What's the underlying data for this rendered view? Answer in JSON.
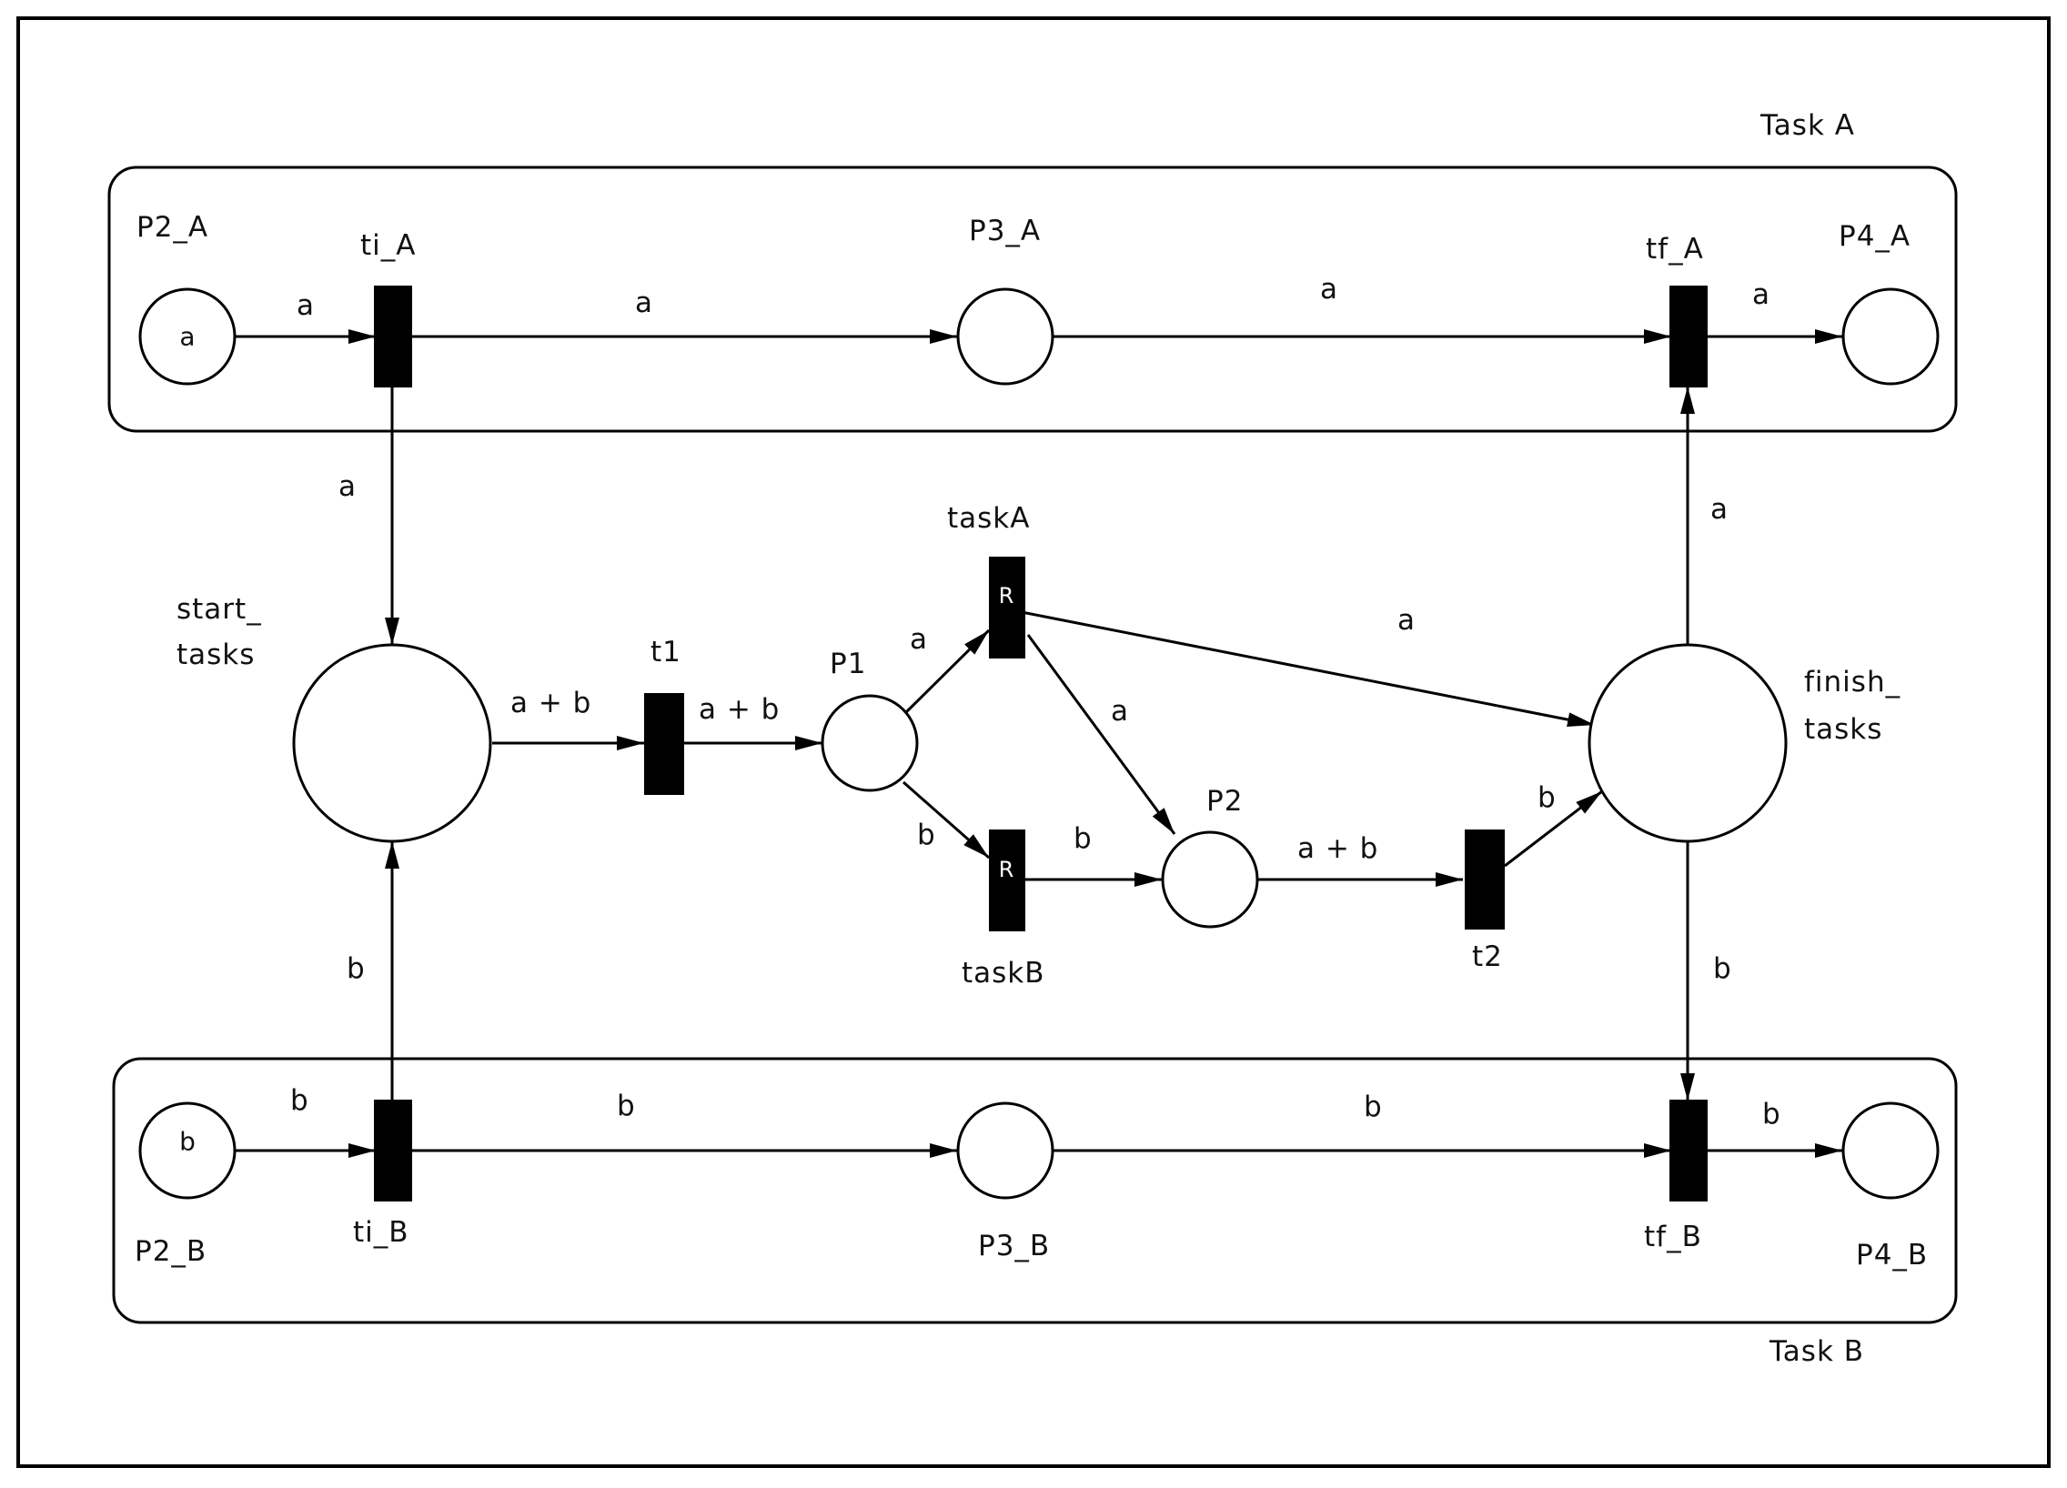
{
  "groups": {
    "task_a": "Task A",
    "task_b": "Task B"
  },
  "places": {
    "p2_a": {
      "label": "P2_A",
      "token": "a"
    },
    "p3_a": {
      "label": "P3_A"
    },
    "p4_a": {
      "label": "P4_A"
    },
    "p2_b": {
      "label": "P2_B",
      "token": "b"
    },
    "p3_b": {
      "label": "P3_B"
    },
    "p4_b": {
      "label": "P4_B"
    },
    "start_tasks": {
      "label_line1": "start_",
      "label_line2": "tasks"
    },
    "finish_tasks": {
      "label_line1": "finish_",
      "label_line2": "tasks"
    },
    "p1": {
      "label": "P1"
    },
    "p2": {
      "label": "P2"
    }
  },
  "transitions": {
    "ti_a": {
      "label": "ti_A"
    },
    "tf_a": {
      "label": "tf_A"
    },
    "ti_b": {
      "label": "ti_B"
    },
    "tf_b": {
      "label": "tf_B"
    },
    "t1": {
      "label": "t1"
    },
    "t2": {
      "label": "t2"
    },
    "task_a": {
      "label": "taskA",
      "marker": "R"
    },
    "task_b": {
      "label": "taskB",
      "marker": "R"
    }
  },
  "arcs": {
    "p2a_tia": "a",
    "tia_p3a": "a",
    "p3a_tfa": "a",
    "tfa_p4a": "a",
    "tia_start": "a",
    "finish_tfa": "a",
    "start_t1": "a + b",
    "t1_p1": "a + b",
    "p1_taska": "a",
    "taska_finish": "a",
    "taska_p2": "a",
    "p1_taskb": "b",
    "taskb_p2": "b",
    "p2_t2": "a + b",
    "t2_finish": "b",
    "tib_start": "b",
    "finish_tfb": "b",
    "p2b_tib": "b",
    "tib_p3b": "b",
    "p3b_tfb": "b",
    "tfb_p4b": "b"
  }
}
